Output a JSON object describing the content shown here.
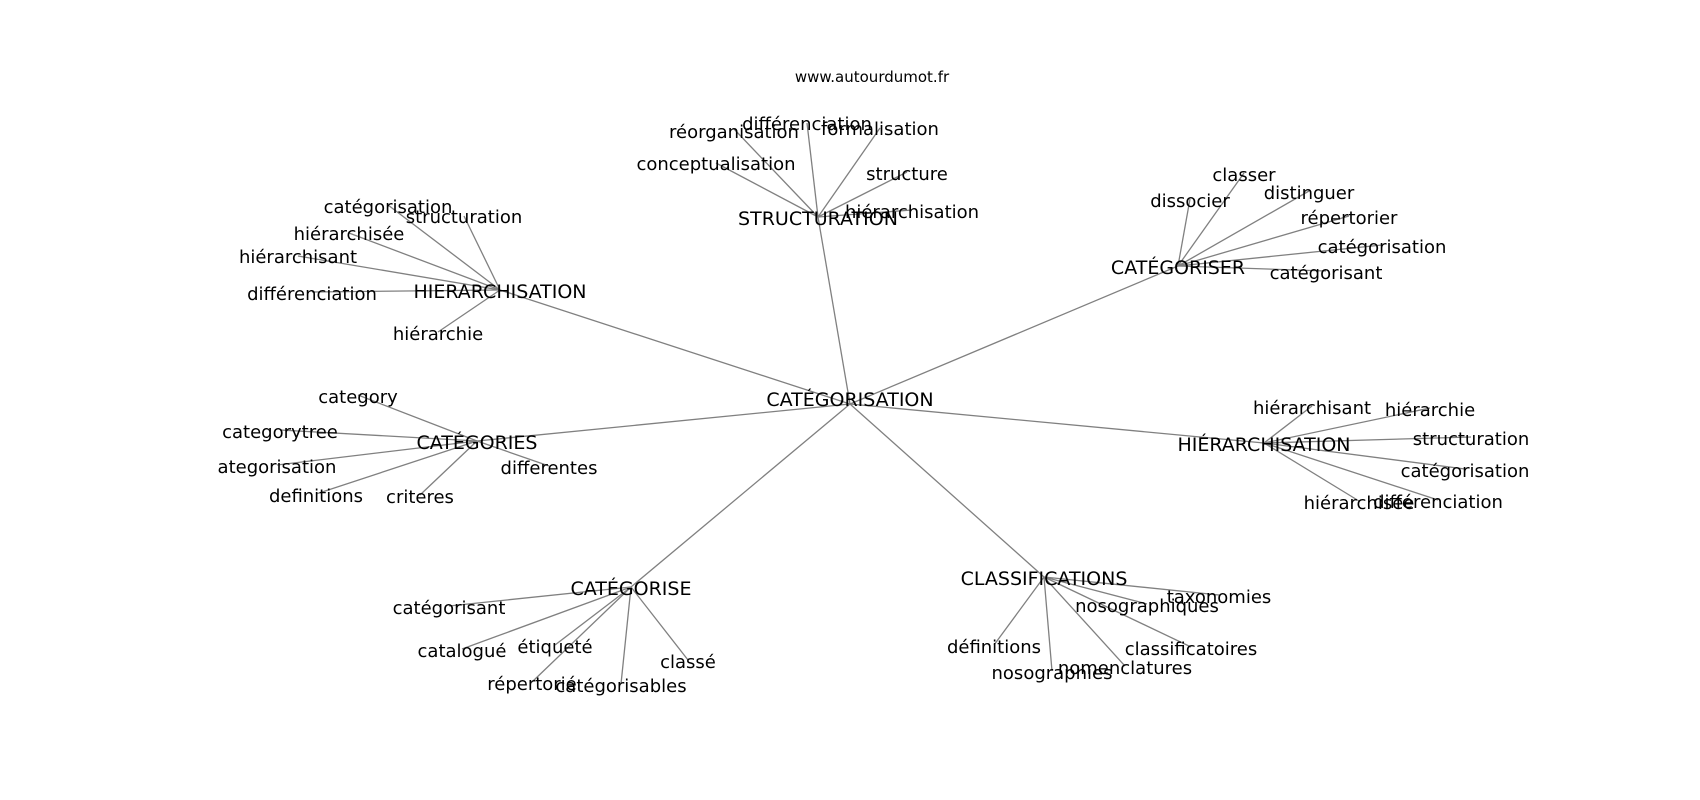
{
  "source": "www.autourdumot.fr",
  "center": "CATÉGORISATION",
  "clusters": [
    {
      "label": "STRUCTURATION",
      "leaves": [
        "réorganisation",
        "différenciation",
        "formalisation",
        "conceptualisation",
        "structure",
        "hiérarchisation"
      ]
    },
    {
      "label": "HIERARCHISATION",
      "leaves": [
        "catégorisation",
        "structuration",
        "hiérarchisée",
        "hiérarchisant",
        "différenciation",
        "hiérarchie"
      ]
    },
    {
      "label": "CATÉGORISER",
      "leaves": [
        "classer",
        "dissocier",
        "distinguer",
        "répertorier",
        "catégorisation",
        "catégorisant"
      ]
    },
    {
      "label": "CATÉGORIES",
      "leaves": [
        "category",
        "categorytree",
        "ategorisation",
        "definitions",
        "criteres",
        "differentes"
      ]
    },
    {
      "label": "HIÉRARCHISATION",
      "leaves": [
        "hiérarchisant",
        "hiérarchie",
        "structuration",
        "catégorisation",
        "hiérarchisée",
        "différenciation"
      ]
    },
    {
      "label": "CATÉGORISE",
      "leaves": [
        "catégorisant",
        "catalogué",
        "étiqueté",
        "classé",
        "répertorié",
        "catégorisables"
      ]
    },
    {
      "label": "CLASSIFICATIONS",
      "leaves": [
        "taxonomies",
        "nosographiques",
        "définitions",
        "classificatoires",
        "nomenclatures",
        "nosographies"
      ]
    }
  ]
}
